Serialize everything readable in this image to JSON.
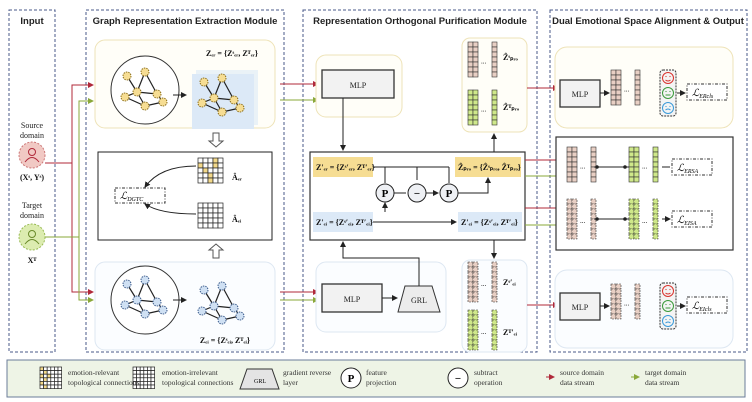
{
  "modules": {
    "input": {
      "title": "Input"
    },
    "graph": {
      "title": "Graph Representation Extraction Module"
    },
    "purify": {
      "title": "Representation Orthogonal Purification Module"
    },
    "align": {
      "title": "Dual Emotional Space Alignment & Output"
    }
  },
  "input": {
    "source_line1": "Source",
    "source_line2": "domain",
    "source_data": "(Xˢ, Yˢ)",
    "target_line1": "Target",
    "target_line2": "domain",
    "target_data": "Xᵀ"
  },
  "graph": {
    "z_er": "Zₑᵣ = {Zˢₑᵣ, Zᵀₑᵣ}",
    "z_ei": "Zₑᵢ = {Zˢₑᵢ, Zᵀₑᵢ}",
    "a_er": "Âₑᵣ",
    "a_ei": "Âₑᵢ",
    "loss_dgtc": {
      "symbol": "ℒ",
      "sub": "DGTC"
    }
  },
  "purify": {
    "mlp_top": "MLP",
    "mlp_bottom": "MLP",
    "grl": "GRL",
    "z_er_prime": "Z′ₑᵣ = {Zˢ′ₑᵣ, Zᵀ′ₑᵣ}",
    "z_ei_prime_left": "Z′ₑᵢ = {Zˢ′ₑᵢ, Zᵀ′ₑᵢ}",
    "z_ei_prime_right": "Z′ₑᵢ = {Zˢ′ₑᵢ, Zᵀ′ₑᵢ}",
    "z_pro": "Ẑₚᵣₒ = {Ẑˢₚᵣₒ, Ẑᵀₚᵣₒ}",
    "proj": "P",
    "minus": "−",
    "z_pro_s": "Ẑˢₚᵣₒ",
    "z_pro_t": "Ẑᵀₚᵣₒ",
    "z_ei_s": "Zˢ′ₑᵢ",
    "z_ei_t": "Zᵀ′ₑᵢ",
    "dots": "..."
  },
  "align": {
    "mlp_top": "MLP",
    "mlp_bottom": "MLP",
    "loss_ercls": {
      "symbol": "ℒ",
      "sub": "ERcls"
    },
    "loss_ersa": {
      "symbol": "ℒ",
      "sub": "ERSA"
    },
    "loss_eisa": {
      "symbol": "ℒ",
      "sub": "EISA"
    },
    "loss_eicls": {
      "symbol": "ℒ",
      "sub": "EIcls"
    }
  },
  "legend": {
    "items": [
      {
        "icon": "relevant-matrix-icon",
        "line1": "emotion-relevant",
        "line2": "topological connections"
      },
      {
        "icon": "irrelevant-matrix-icon",
        "line1": "emotion-irrelevant",
        "line2": "topological connections"
      },
      {
        "icon": "grl-icon",
        "symbol": "GRL",
        "line1": "gradient reverse",
        "line2": "layer"
      },
      {
        "icon": "projection-icon",
        "symbol": "P",
        "line1": "feature",
        "line2": "projection"
      },
      {
        "icon": "subtract-icon",
        "symbol": "−",
        "line1": "subtract",
        "line2": "operation"
      },
      {
        "icon": "source-arrow-icon",
        "line1": "source domain",
        "line2": "data stream"
      },
      {
        "icon": "target-arrow-icon",
        "line1": "target domain",
        "line2": "data stream"
      }
    ]
  },
  "colors": {
    "source": "#b0293a",
    "target": "#8aa83a",
    "relevant": "#f3d98a",
    "irrelevant_bg": "#dce9f7",
    "source_vec": "#e8cfc4",
    "target_vec": "#cfe88a",
    "module_border": "#4a5a8a",
    "legend_bg": "#eef4e6"
  }
}
